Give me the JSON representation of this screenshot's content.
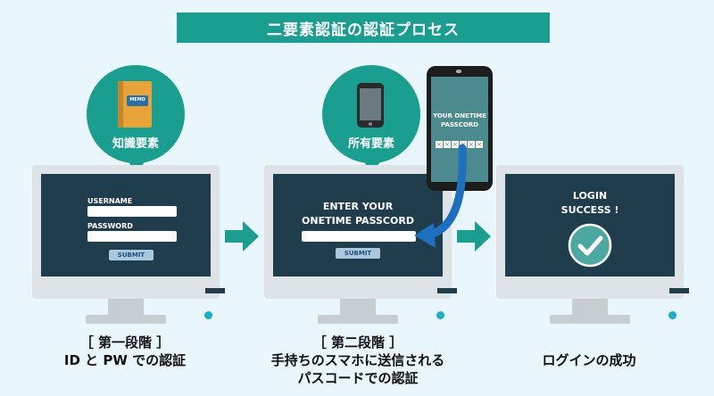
{
  "title": "二要素認証の認証プロセス",
  "step1": {
    "bubble_label": "知識要素",
    "memo_label": "MEMO",
    "username_label": "USERNAME",
    "password_label": "PASSWORD",
    "submit_label": "SUBMIT",
    "caption_line1": "［ 第一段階 ］",
    "caption_line2": "ID と PW での認証"
  },
  "step2": {
    "bubble_label": "所有要素",
    "screen_line1": "ENTER YOUR",
    "screen_line2": "ONETIME PASSCORD",
    "submit_label": "SUBMIT",
    "phone_line1": "YOUR ONETIME",
    "phone_line2": "PASSCORD",
    "phone_code": [
      "×",
      "×",
      "×",
      "×",
      "×",
      "×"
    ],
    "caption_line1": "［ 第二段階 ］",
    "caption_line2": "手持ちのスマホに送信される",
    "caption_line3": "パスコードでの認証"
  },
  "step3": {
    "screen_line1": "LOGIN",
    "screen_line2": "SUCCESS !",
    "caption_line1": "ログインの成功"
  },
  "colors": {
    "accent": "#1a9e8f",
    "screen": "#1f3d4d",
    "arrow_blue": "#1f6fc0",
    "background": "#e9f6fb"
  }
}
